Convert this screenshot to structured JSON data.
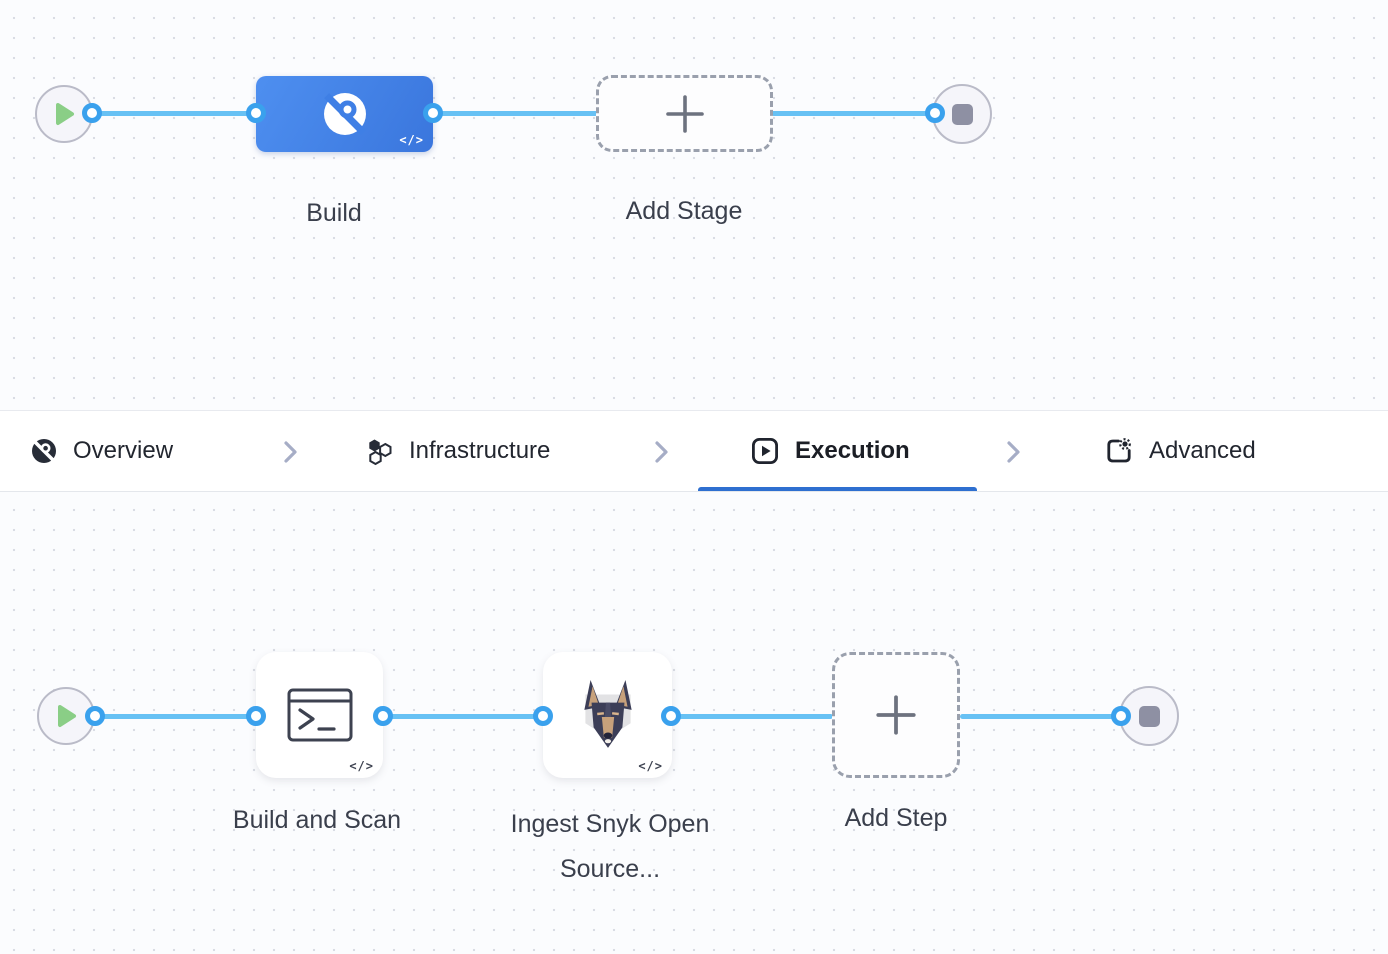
{
  "stage_canvas": {
    "start_icon": "play-icon",
    "end_icon": "stop-icon",
    "stage": {
      "label": "Build",
      "icon": "ci-build-icon",
      "code_badge": "</>"
    },
    "add_stage": {
      "label": "Add Stage",
      "icon": "plus-icon"
    }
  },
  "tab_bar": {
    "tabs": [
      {
        "label": "Overview",
        "icon": "ci-overview-icon",
        "active": false
      },
      {
        "label": "Infrastructure",
        "icon": "hexagons-icon",
        "active": false
      },
      {
        "label": "Execution",
        "icon": "play-square-icon",
        "active": true
      },
      {
        "label": "Advanced",
        "icon": "panel-gear-icon",
        "active": false
      }
    ]
  },
  "step_canvas": {
    "start_icon": "play-icon",
    "end_icon": "stop-icon",
    "steps": [
      {
        "label": "Build and Scan",
        "icon": "terminal-icon",
        "code_badge": "</>"
      },
      {
        "label": "Ingest Snyk Open Source...",
        "icon": "snyk-dog-icon",
        "code_badge": "</>"
      }
    ],
    "add_step": {
      "label": "Add Step",
      "icon": "plus-icon"
    }
  },
  "colors": {
    "canvas_bg": "#fbfcfe",
    "edge_blue": "#67c1f4",
    "connector_blue": "#3aa1ed",
    "stage_gradient_start": "#4e8ff0",
    "stage_gradient_end": "#3a76dd",
    "tab_underline_blue": "#2e6fd0",
    "play_green": "#8ace86",
    "stop_gray": "#8e90a3",
    "dashed_border": "#9aa0ad"
  }
}
